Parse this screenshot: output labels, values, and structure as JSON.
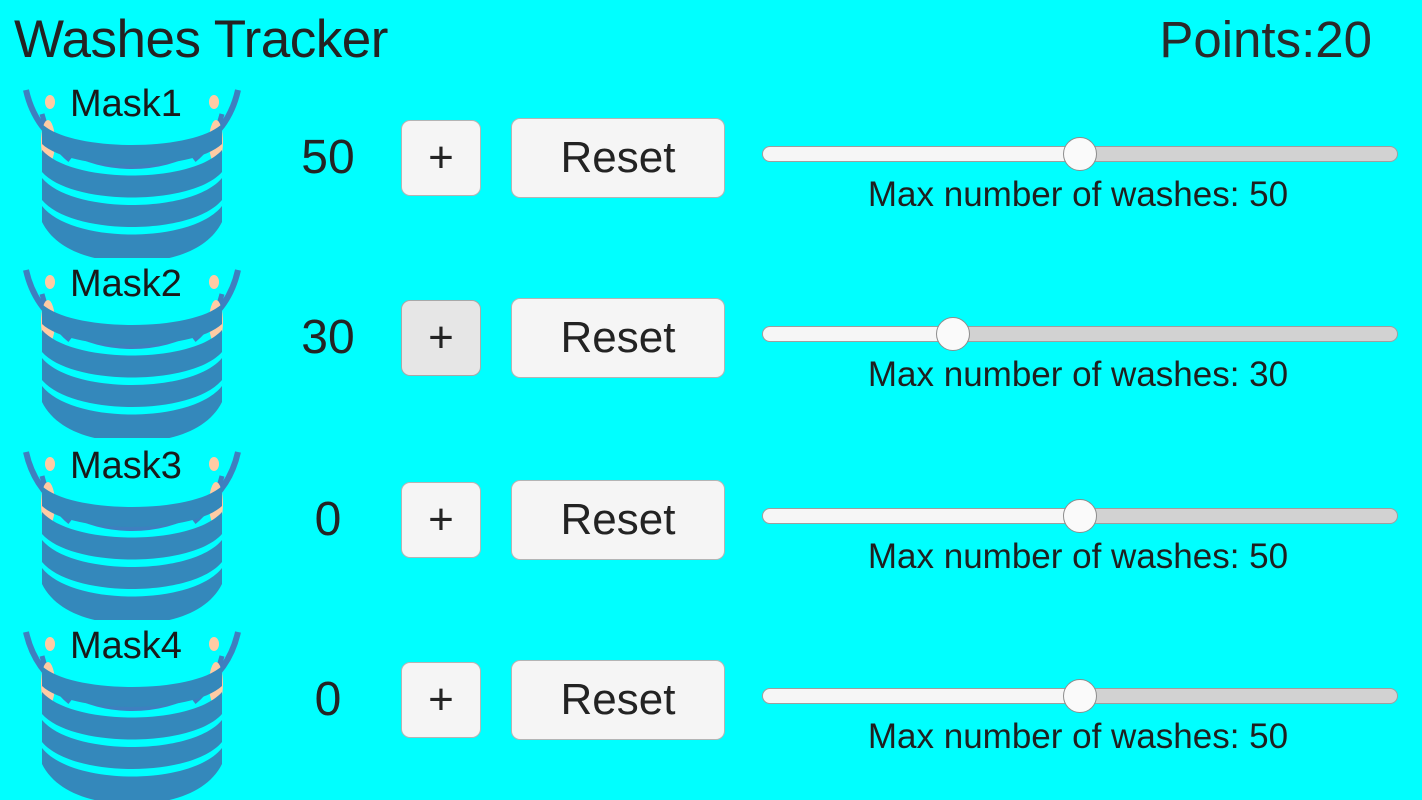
{
  "header": {
    "title": "Washes Tracker",
    "points_label": "Points:20"
  },
  "colors": {
    "background": "#00ffff",
    "text": "#1e1e1e",
    "button_face": "#f5f5f5",
    "button_pressed": "#e6e6e6",
    "button_border": "#b4b4b4",
    "track_empty": "#d2d2d2",
    "track_fill": "#f6f6f6",
    "thumb": "#fafafa",
    "mask_body": "#3488bb",
    "mask_strap": "#3f7fbf",
    "mask_ear": "#ffcba4"
  },
  "labels": {
    "plus_button": "+",
    "reset_button": "Reset",
    "max_washes_prefix": "Max number of washes: "
  },
  "rows": [
    {
      "mask_label": "Mask1",
      "count": "50",
      "plus_label": "+",
      "plus_pressed": false,
      "reset_label": "Reset",
      "slider_value": 50,
      "slider_min": 0,
      "slider_max": 100,
      "slider_percent": 50,
      "caption": "Max number of washes: 50"
    },
    {
      "mask_label": "Mask2",
      "count": "30",
      "plus_label": "+",
      "plus_pressed": true,
      "reset_label": "Reset",
      "slider_value": 30,
      "slider_min": 0,
      "slider_max": 100,
      "slider_percent": 30,
      "caption": "Max number of washes: 30"
    },
    {
      "mask_label": "Mask3",
      "count": "0",
      "plus_label": "+",
      "plus_pressed": false,
      "reset_label": "Reset",
      "slider_value": 50,
      "slider_min": 0,
      "slider_max": 100,
      "slider_percent": 50,
      "caption": "Max number of washes: 50"
    },
    {
      "mask_label": "Mask4",
      "count": "0",
      "plus_label": "+",
      "plus_pressed": false,
      "reset_label": "Reset",
      "slider_value": 50,
      "slider_min": 0,
      "slider_max": 100,
      "slider_percent": 50,
      "caption": "Max number of washes: 50"
    }
  ]
}
